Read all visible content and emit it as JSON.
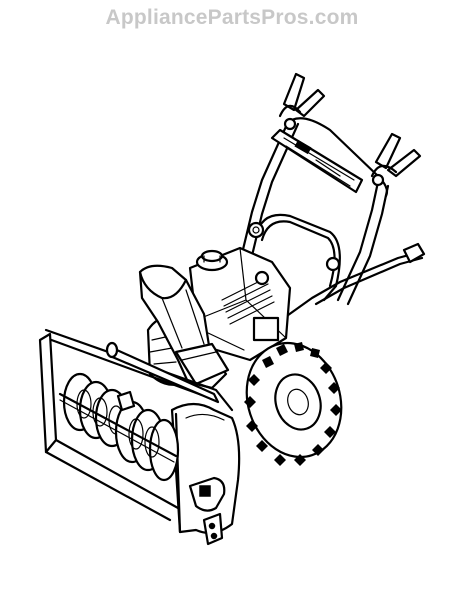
{
  "watermark": {
    "text": "AppliancePartsPros.com",
    "color": "#c8c8c8"
  },
  "illustration": {
    "subject": "two-stage snow blower",
    "style": "black line art on white",
    "parts": [
      "handle-bar",
      "control-levers",
      "dashboard-panel",
      "engine",
      "fuel-cap",
      "discharge-chute",
      "chute-crank-rod",
      "auger-housing",
      "augers",
      "drive-wheels",
      "skid-shoe"
    ]
  }
}
